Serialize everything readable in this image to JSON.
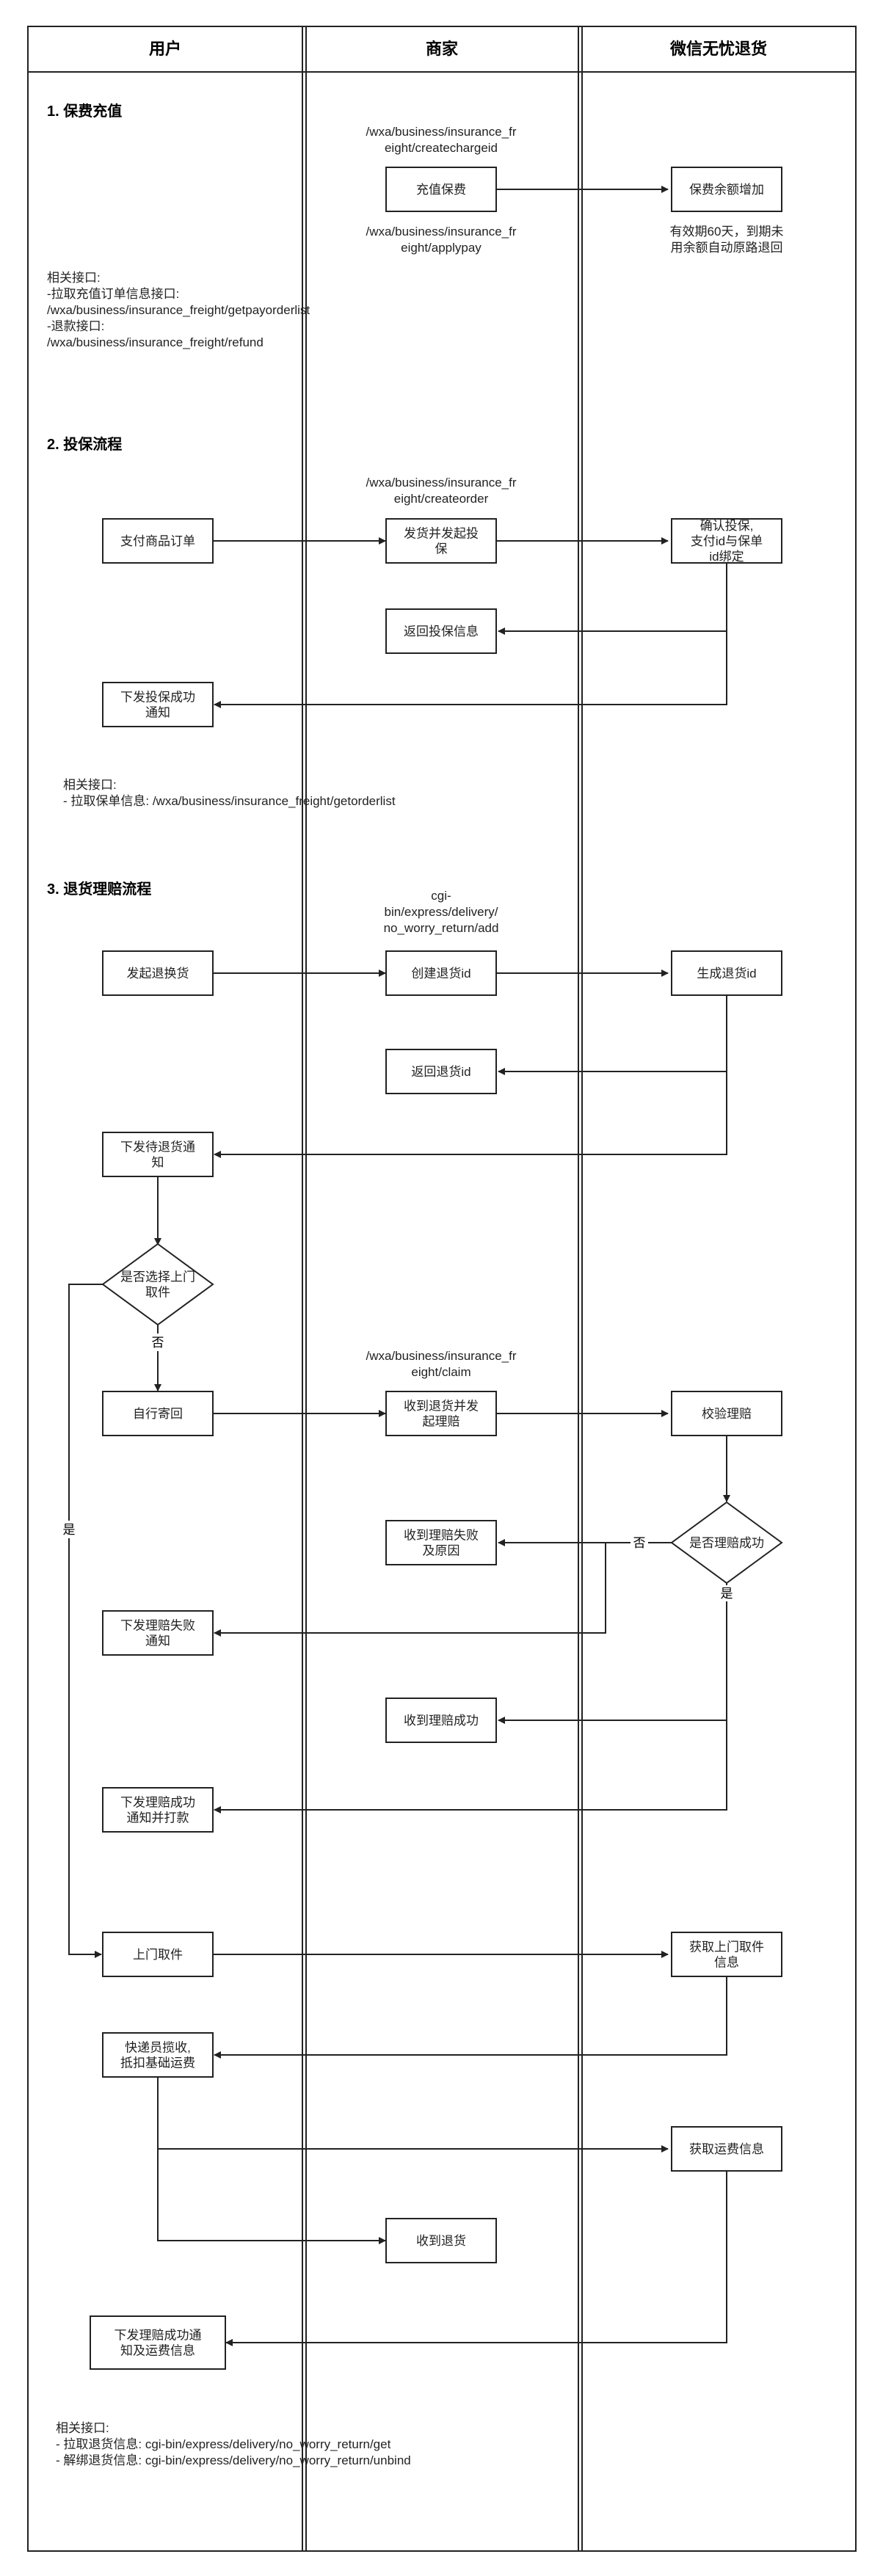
{
  "lanes": [
    "用户",
    "商家",
    "微信无忧退货"
  ],
  "sections": {
    "s1": "1. 保费充值",
    "s2": "2. 投保流程",
    "s3": "3. 退货理赔流程"
  },
  "apis": {
    "charge_id": [
      "/wxa/business/insurance_fr",
      "eight/createchargeid"
    ],
    "apply_pay": [
      "/wxa/business/insurance_fr",
      "eight/applypay"
    ],
    "create_order": [
      "/wxa/business/insurance_fr",
      "eight/createorder"
    ],
    "delivery_add": [
      "cgi-",
      "bin/express/delivery/",
      "no_worry_return/add"
    ],
    "claim": [
      "/wxa/business/insurance_fr",
      "eight/claim"
    ]
  },
  "notes": {
    "balance_expiry": [
      "有效期60天，到期未",
      "用余额自动原路退回"
    ],
    "s1_related": [
      "相关接口:",
      "-拉取充值订单信息接口:",
      "/wxa/business/insurance_freight/getpayorderlist",
      "-退款接口:",
      "/wxa/business/insurance_freight/refund"
    ],
    "s2_related": [
      "相关接口:",
      "- 拉取保单信息: /wxa/business/insurance_freight/getorderlist"
    ],
    "s3_related": [
      "相关接口:",
      "- 拉取退货信息: cgi-bin/express/delivery/no_worry_return/get",
      "- 解绑退货信息: cgi-bin/express/delivery/no_worry_return/unbind"
    ]
  },
  "nodes": {
    "recharge": [
      "充值保费"
    ],
    "balance_up": [
      "保费余额增加"
    ],
    "pay_order": [
      "支付商品订单"
    ],
    "ship_insure": [
      "发货并发起投",
      "保"
    ],
    "confirm_insure": [
      "确认投保,",
      "支付id与保单",
      "id绑定"
    ],
    "return_insure_info": [
      "返回投保信息"
    ],
    "notify_insure_ok": [
      "下发投保成功",
      "通知"
    ],
    "start_return": [
      "发起退换货"
    ],
    "create_return_id": [
      "创建退货id"
    ],
    "gen_return_id": [
      "生成退货id"
    ],
    "return_return_id": [
      "返回退货id"
    ],
    "notify_pending_return": [
      "下发待退货通",
      "知"
    ],
    "choose_pickup": [
      "是否选择上门",
      "取件"
    ],
    "self_send": [
      "自行寄回"
    ],
    "receive_claim": [
      "收到退货并发",
      "起理赔"
    ],
    "verify_claim": [
      "校验理赔"
    ],
    "claim_success_q": [
      "是否理赔成功"
    ],
    "claim_fail_reason": [
      "收到理赔失败",
      "及原因"
    ],
    "notify_claim_fail": [
      "下发理赔失败",
      "通知"
    ],
    "claim_success": [
      "收到理赔成功"
    ],
    "notify_claim_ok_pay": [
      "下发理赔成功",
      "通知并打款"
    ],
    "pickup": [
      "上门取件"
    ],
    "get_pickup_info": [
      "获取上门取件",
      "信息"
    ],
    "courier": [
      "快递员揽收,",
      "抵扣基础运费"
    ],
    "get_freight_info": [
      "获取运费信息"
    ],
    "receive_return": [
      "收到退货"
    ],
    "notify_claim_ok_freight": [
      "下发理赔成功通",
      "知及运费信息"
    ]
  },
  "edge_labels": {
    "no1": "否",
    "yes1": "是",
    "no2": "否",
    "yes2": "是"
  }
}
